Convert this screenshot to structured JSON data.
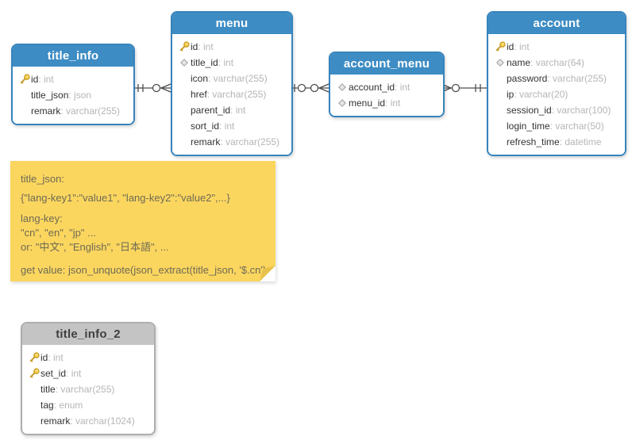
{
  "diagram": {
    "tables": [
      {
        "name": "title_info",
        "style": "blue",
        "fields": [
          {
            "icon": "key",
            "name": "id",
            "type": "int"
          },
          {
            "icon": "",
            "name": "title_json",
            "type": "json"
          },
          {
            "icon": "",
            "name": "remark",
            "type": "varchar(255)"
          }
        ]
      },
      {
        "name": "menu",
        "style": "blue",
        "fields": [
          {
            "icon": "key",
            "name": "id",
            "type": "int"
          },
          {
            "icon": "diamond",
            "name": "title_id",
            "type": "int"
          },
          {
            "icon": "",
            "name": "icon",
            "type": "varchar(255)"
          },
          {
            "icon": "",
            "name": "href",
            "type": "varchar(255)"
          },
          {
            "icon": "",
            "name": "parent_id",
            "type": "int"
          },
          {
            "icon": "",
            "name": "sort_id",
            "type": "int"
          },
          {
            "icon": "",
            "name": "remark",
            "type": "varchar(255)"
          }
        ]
      },
      {
        "name": "account_menu",
        "style": "blue",
        "fields": [
          {
            "icon": "diamond",
            "name": "account_id",
            "type": "int"
          },
          {
            "icon": "diamond",
            "name": "menu_id",
            "type": "int"
          }
        ]
      },
      {
        "name": "account",
        "style": "blue",
        "fields": [
          {
            "icon": "key",
            "name": "id",
            "type": "int"
          },
          {
            "icon": "diamond",
            "name": "name",
            "type": "varchar(64)"
          },
          {
            "icon": "",
            "name": "password",
            "type": "varchar(255)"
          },
          {
            "icon": "",
            "name": "ip",
            "type": "varchar(20)"
          },
          {
            "icon": "",
            "name": "session_id",
            "type": "varchar(100)"
          },
          {
            "icon": "",
            "name": "login_time",
            "type": "varchar(50)"
          },
          {
            "icon": "",
            "name": "refresh_time",
            "type": "datetime"
          }
        ]
      },
      {
        "name": "title_info_2",
        "style": "gray",
        "fields": [
          {
            "icon": "key",
            "name": "id",
            "type": "int"
          },
          {
            "icon": "key",
            "name": "set_id",
            "type": "int"
          },
          {
            "icon": "",
            "name": "title",
            "type": "varchar(255)"
          },
          {
            "icon": "",
            "name": "tag",
            "type": "enum"
          },
          {
            "icon": "",
            "name": "remark",
            "type": "varchar(1024)"
          }
        ]
      }
    ],
    "relationships": [
      {
        "from": "title_info",
        "to": "menu",
        "from_end": "one",
        "to_end": "zero-or-many"
      },
      {
        "from": "menu",
        "to": "account_menu",
        "from_end": "zero-or-one",
        "to_end": "zero-or-many"
      },
      {
        "from": "account_menu",
        "to": "account",
        "from_end": "zero-or-many",
        "to_end": "one"
      }
    ],
    "note": {
      "lines": [
        "title_json:",
        "{\"lang-key1\":\"value1\", \"lang-key2\":\"value2\",...}",
        "lang-key:",
        "\"cn\", \"en\", \"jp\" ...",
        "or: \"中文\", \"English\", \"日本語\", ...",
        "get value: json_unquote(json_extract(title_json, '$.cn')"
      ]
    },
    "colors": {
      "table_header_blue": "#3d8cc4",
      "table_border_blue": "#3684bd",
      "table_header_gray": "#c4c4c4",
      "table_border_gray": "#adadad",
      "field_name_text": "#333333",
      "field_type_text": "#b5b5b5",
      "note_yellow": "#fbd65f",
      "note_fold": "#e9c24d",
      "connector_line": "#4d4d4d"
    }
  }
}
